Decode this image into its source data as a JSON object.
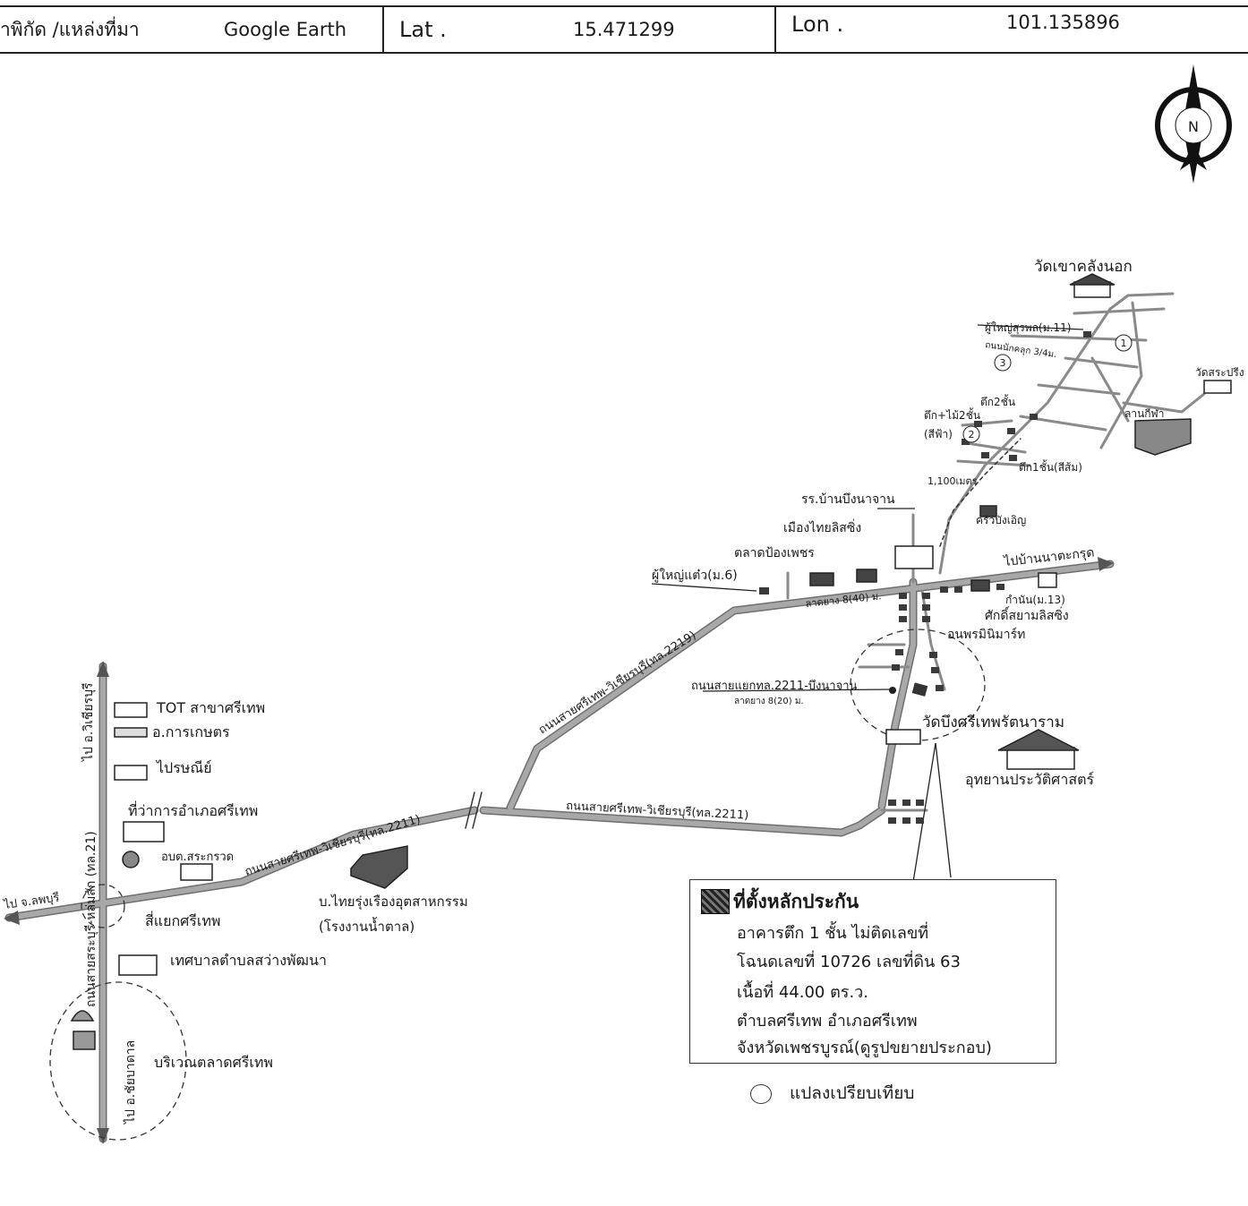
{
  "header": {
    "source_label": "าพิกัด /แหล่งที่มา",
    "source_value": "Google Earth",
    "lat_label": "Lat .",
    "lat_value": "15.471299",
    "lon_label": "Lon .",
    "lon_value": "101.135896"
  },
  "compass": {
    "label": "N"
  },
  "places": {
    "wat_khao_khlang": "วัดเขาคลังนอก",
    "phuyai_suphol": "ผู้ใหญ่สุรพล(ม.11)",
    "thanon_nakkolok": "ถนนนักคลุก 3/4ม.",
    "wat_sra_prit": "วัดสระปรีง",
    "tuek2": "ตึก2ชั้น",
    "tuek_mai2": "ตึก+ไม้2ชั้น",
    "sifa": "(สีฟ้า)",
    "tuek1_som": "ตึก1ชั้น(สีส้ม)",
    "lan_kila": "ลานกีฬา",
    "dist_1100": "1,100เมตร",
    "rr_ban_bueng": "รร.บ้านบึงนาจาน",
    "mueang_thai": "เมืองไทยลิสซิ่ง",
    "khrua_bang_oen": "ครัวบังเอิญ",
    "talat_pong": "ตลาดป้องเพชร",
    "phuyai_taew": "ผู้ใหญ่แต๋ว(ม.6)",
    "to_ban_na": "ไปบ้านนาตะกรุด",
    "lat_yang_8_40": "ลาดยาง 8(40) ม.",
    "kamnan": "กำนัน(ม.13)",
    "sakdi_siam": "ศักดิ์สยามลิสซิ่ง",
    "ano_mini": "อนพรมินิมาร์ท",
    "road_2219": "ถนนสายศรีเทพ-วิเชียรบุรี(ทล.2219)",
    "road_yaek": "ถนนสายแยกทล.2211-บึงนาจาน",
    "lat_yang_8_20": "ลาดยาง 8(20) ม.",
    "wat_bueng": "วัดบึงศรีเทพรัตนาราม",
    "park": "อุทยานประวัติศาสตร์",
    "road_2211_right": "ถนนสายศรีเทพ-วิเชียรบุรี(ทล.2211)",
    "road_2211_left": "ถนนสายศรีเทพ-วิเชียรบุรี(ทล.2211)",
    "tot": "TOT สาขาศรีเทพ",
    "aor_kaset": "อ.การเกษตร",
    "post": "ไปรษณีย์",
    "district_office": "ที่ว่าการอำเภอศรีเทพ",
    "obt": "อบต.สระกรวด",
    "factory": "บ.ไทยรุ่งเรืองอุตสาหกรรม",
    "factory_sub": "(โรงงานน้ำตาล)",
    "to_wichian": "ไป อ.วิเชียรบุรี",
    "hwy21": "ถนนสายสระบุรี-หล่มสัก (ทล.21)",
    "to_lopburi": "ไป จ.ลพบุรี",
    "si_yaek": "สี่แยกศรีเทพ",
    "municipality": "เทศบาลตำบลสว่างพัฒนา",
    "to_chai_badan": "ไป อ.ชัยบาดาล",
    "market_area": "บริเวณตลาดศรีเทพ"
  },
  "legend": {
    "title": "ที่ตั้งหลักประกัน",
    "lines": [
      "อาคารตึก 1 ชั้น ไม่ติดเลขที่",
      "โฉนดเลขที่ 10726 เลขที่ดิน 63",
      "เนื้อที่ 44.00 ตร.ว.",
      "ตำบลศรีเทพ อำเภอศรีเทพ",
      "จังหวัดเพชรบูรณ์(ดูรูปขยายประกอบ)"
    ],
    "compare": "แปลงเปรียบเทียบ"
  },
  "colors": {
    "road": "#9a9a9a",
    "road_edge": "#6f6f6f",
    "ink": "#1a1a1a"
  }
}
